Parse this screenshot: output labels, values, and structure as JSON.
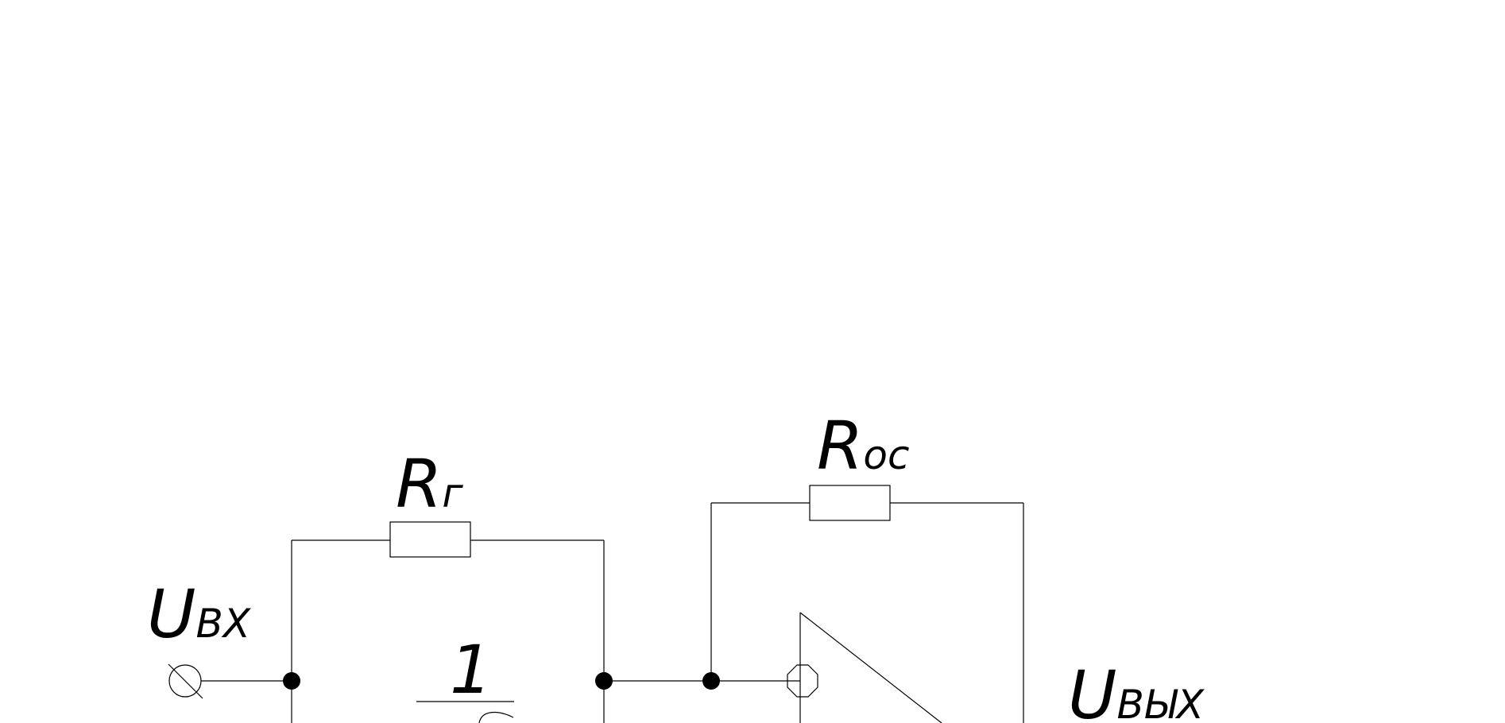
{
  "labels": {
    "input_main": "U",
    "input_sub": "ВХ",
    "output_main": "U",
    "output_sub": "ВЫХ",
    "rg_main": "R",
    "rg_sub": "г",
    "roc_main": "R",
    "roc_sub": "ос",
    "fraction_numerator": "1"
  },
  "colors": {
    "line": "#000000",
    "background": "#ffffff"
  }
}
